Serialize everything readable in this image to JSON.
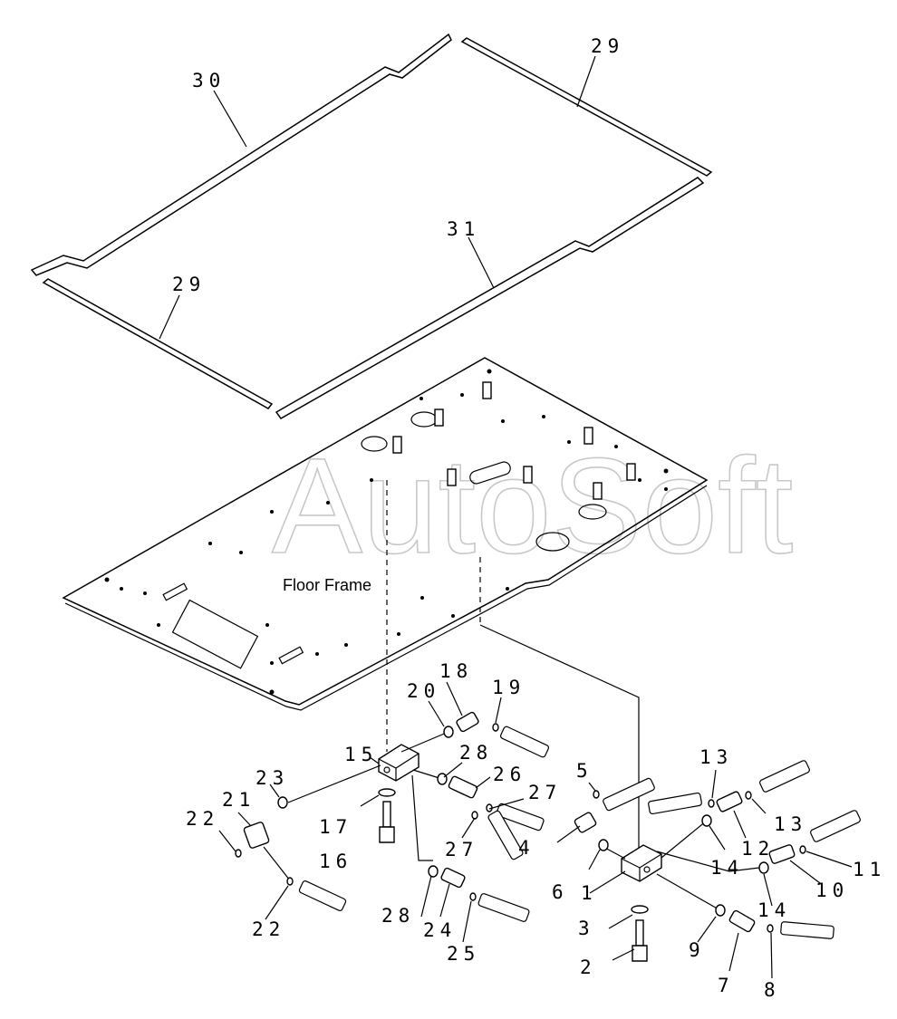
{
  "diagram": {
    "caption": "Floor Frame",
    "watermark": "AutoSoft",
    "callouts": [
      {
        "id": "c1",
        "text": "1"
      },
      {
        "id": "c2",
        "text": "2"
      },
      {
        "id": "c3",
        "text": "3"
      },
      {
        "id": "c4",
        "text": "4"
      },
      {
        "id": "c5",
        "text": "5"
      },
      {
        "id": "c6",
        "text": "6"
      },
      {
        "id": "c7",
        "text": "7"
      },
      {
        "id": "c8",
        "text": "8"
      },
      {
        "id": "c9",
        "text": "9"
      },
      {
        "id": "c10",
        "text": "10"
      },
      {
        "id": "c11",
        "text": "11"
      },
      {
        "id": "c12",
        "text": "12"
      },
      {
        "id": "c13a",
        "text": "13"
      },
      {
        "id": "c13b",
        "text": "13"
      },
      {
        "id": "c14a",
        "text": "14"
      },
      {
        "id": "c14b",
        "text": "14"
      },
      {
        "id": "c15",
        "text": "15"
      },
      {
        "id": "c16",
        "text": "16"
      },
      {
        "id": "c17",
        "text": "17"
      },
      {
        "id": "c18",
        "text": "18"
      },
      {
        "id": "c19",
        "text": "19"
      },
      {
        "id": "c20",
        "text": "20"
      },
      {
        "id": "c21",
        "text": "21"
      },
      {
        "id": "c22a",
        "text": "22"
      },
      {
        "id": "c22b",
        "text": "22"
      },
      {
        "id": "c23",
        "text": "23"
      },
      {
        "id": "c24",
        "text": "24"
      },
      {
        "id": "c25",
        "text": "25"
      },
      {
        "id": "c26",
        "text": "26"
      },
      {
        "id": "c27a",
        "text": "27"
      },
      {
        "id": "c27b",
        "text": "27"
      },
      {
        "id": "c28a",
        "text": "28"
      },
      {
        "id": "c28b",
        "text": "28"
      },
      {
        "id": "c29a",
        "text": "29"
      },
      {
        "id": "c29b",
        "text": "29"
      },
      {
        "id": "c30",
        "text": "30"
      },
      {
        "id": "c31",
        "text": "31"
      }
    ]
  }
}
